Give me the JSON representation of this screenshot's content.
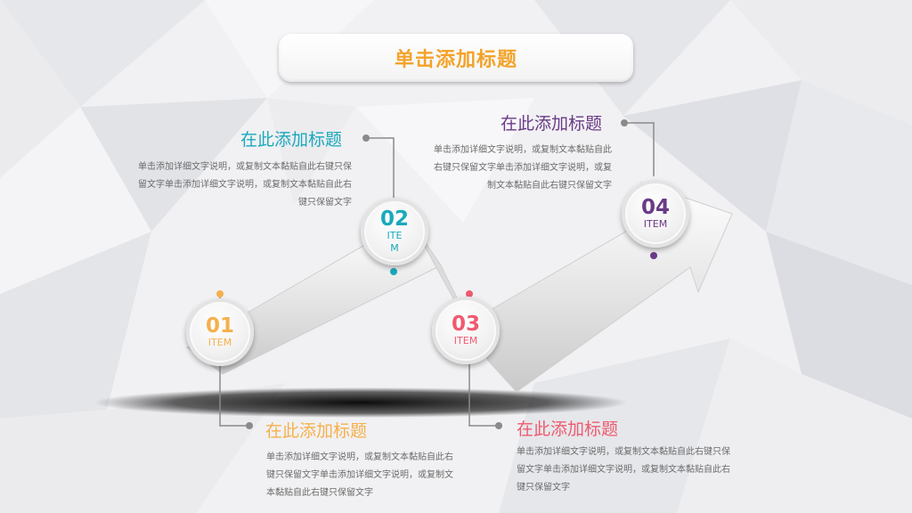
{
  "slide": {
    "title": "单击添加标题",
    "accent": "#f3a32a"
  },
  "steps": [
    {
      "number": "01",
      "item": "ITEM",
      "heading": "在此添加标题",
      "desc": "单击添加详细文字说明，或复制文本黏贴自此右键只保留文字单击添加详细文字说明，或复制文本黏贴自此右键只保留文字",
      "color": "#f5b04c"
    },
    {
      "number": "02",
      "item": "ITEM",
      "heading": "在此添加标题",
      "desc": "单击添加详细文字说明，或复制文本黏贴自此右键只保留文字单击添加详细文字说明，或复制文本黏贴自此右键只保留文字",
      "color": "#1aa9bc"
    },
    {
      "number": "03",
      "item": "ITEM",
      "heading": "在此添加标题",
      "desc": "单击添加详细文字说明，或复制文本黏贴自此右键只保留文字单击添加详细文字说明，或复制文本黏贴自此右键只保留文字",
      "color": "#ef5a6f"
    },
    {
      "number": "04",
      "item": "ITEM",
      "heading": "在此添加标题",
      "desc": "单击添加详细文字说明，或复制文本黏贴自此右键只保留文字单击添加详细文字说明，或复制文本黏贴自此右键只保留文字",
      "color": "#6a3a86"
    }
  ]
}
